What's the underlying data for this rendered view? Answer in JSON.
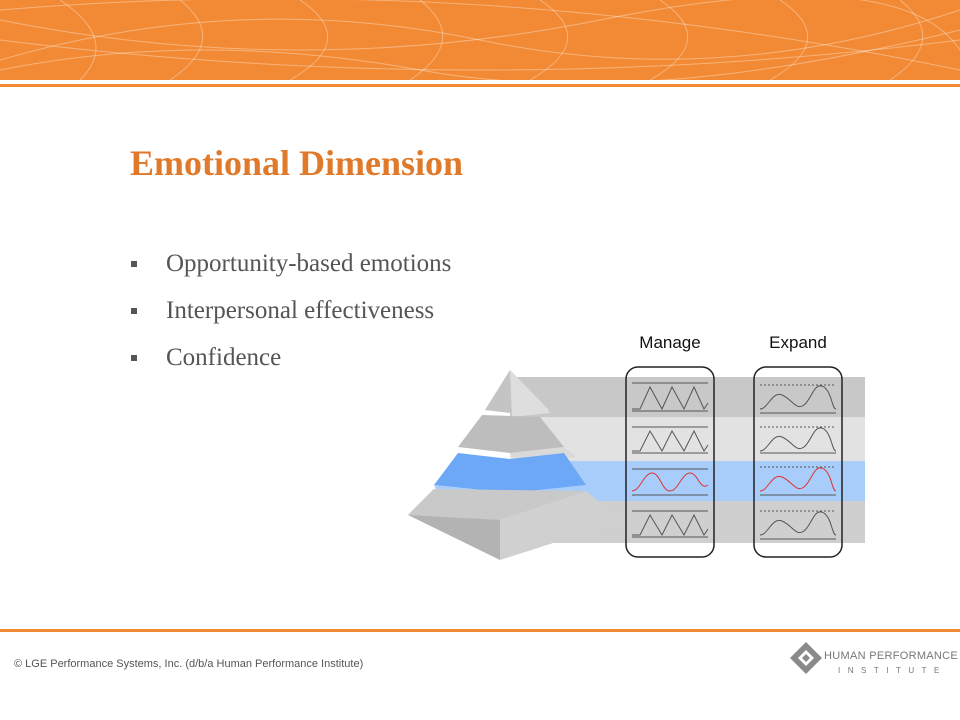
{
  "slide": {
    "title": "Emotional Dimension",
    "bullets": [
      "Opportunity-based emotions",
      "Interpersonal effectiveness",
      "Confidence"
    ]
  },
  "figure": {
    "columns": [
      "Manage",
      "Expand"
    ],
    "highlight_color": "#a9cdfb",
    "wave_highlight_color": "#e03030"
  },
  "footer": {
    "copyright": "© LGE Performance Systems, Inc. (d/b/a Human Performance Institute)",
    "logo_line1": "HUMAN PERFORMANCE",
    "logo_line2": "INSTITUTE"
  },
  "colors": {
    "accent": "#f28a35",
    "title": "#e07a2a",
    "body_text": "#555555"
  }
}
